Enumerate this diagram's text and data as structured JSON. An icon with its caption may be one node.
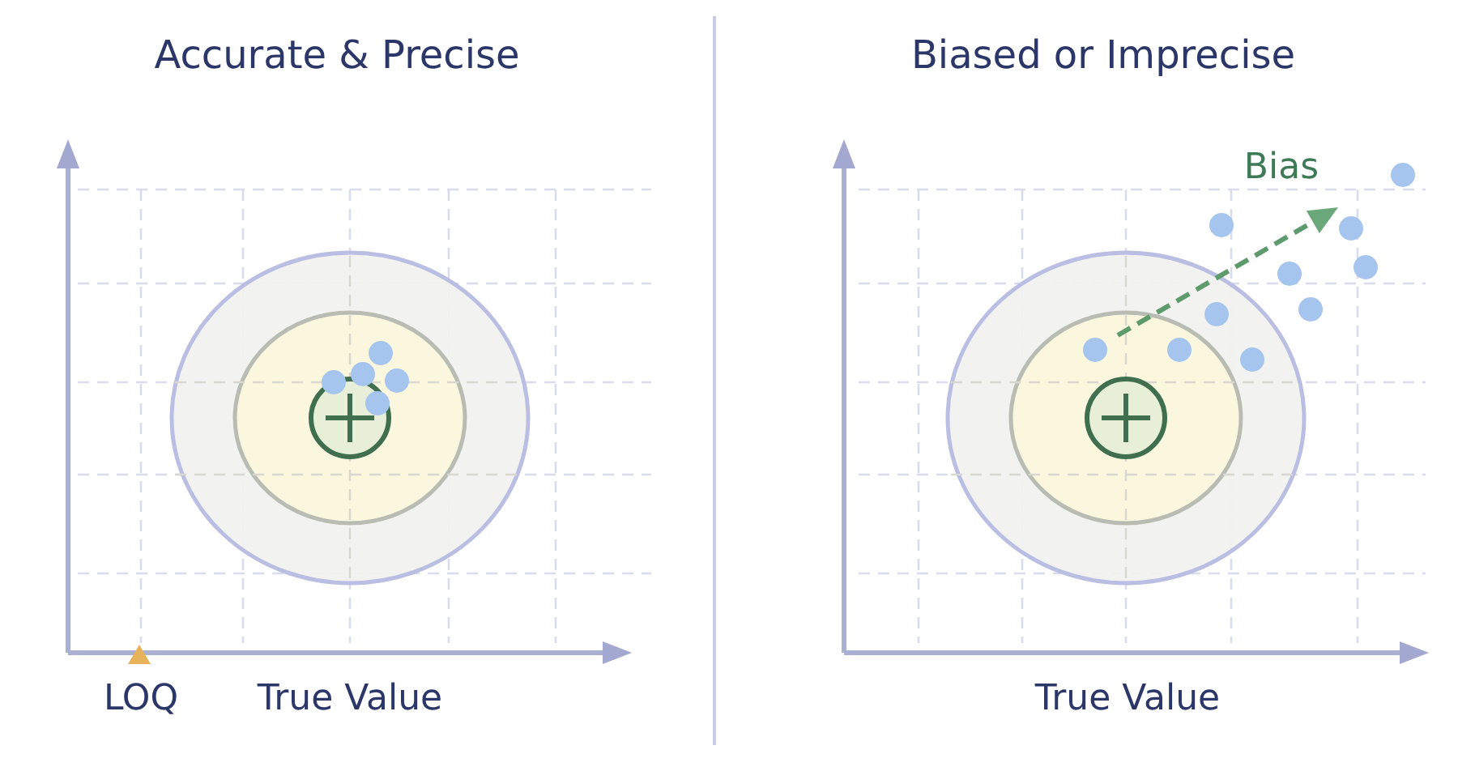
{
  "diagram": {
    "labels": [
      "Accurate & Precise",
      "Biased or Imprecise",
      "Bias",
      "LOQ",
      "True Value",
      "True Value"
    ]
  }
}
